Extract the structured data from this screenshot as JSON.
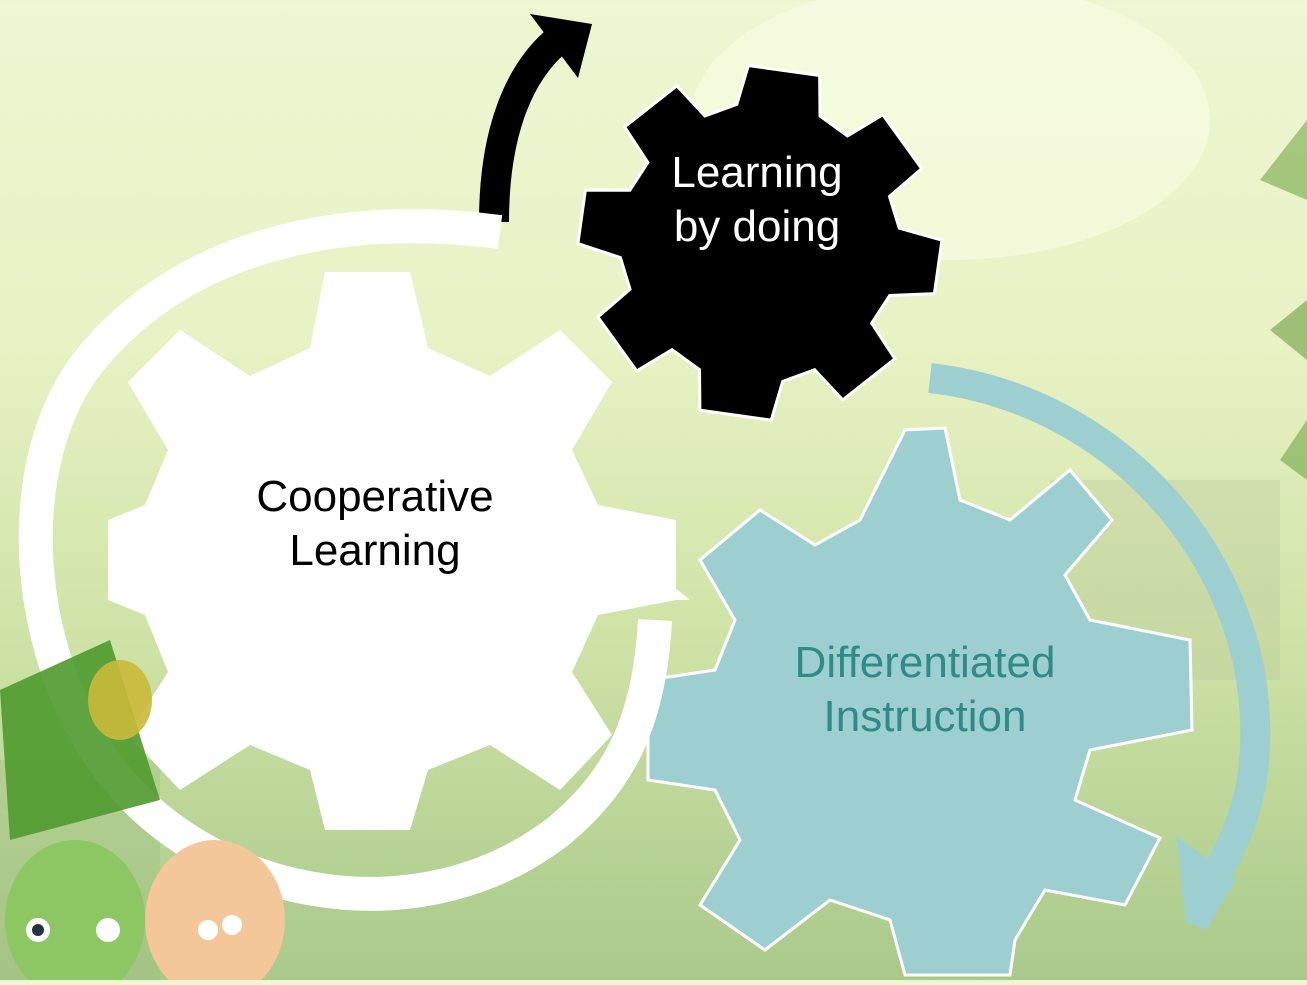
{
  "gears": [
    {
      "id": "learning-by-doing",
      "lines": [
        "Learning",
        "by doing"
      ],
      "fill": "#000000",
      "text_color": "#ffffff"
    },
    {
      "id": "cooperative-learning",
      "lines": [
        "Cooperative",
        "Learning"
      ],
      "fill": "#ffffff",
      "text_color": "#000000"
    },
    {
      "id": "differentiated-instruction",
      "lines": [
        "Differentiated",
        "Instruction"
      ],
      "fill": "#9ecfd0",
      "text_color": "#2e8b87"
    }
  ],
  "arrow_colors": {
    "black": "#000000",
    "white": "#ffffff",
    "teal": "#9ecfd0"
  },
  "background": {
    "light": "#eef6d2",
    "mid": "#cfe3a6",
    "dark": "#a9c98a"
  }
}
